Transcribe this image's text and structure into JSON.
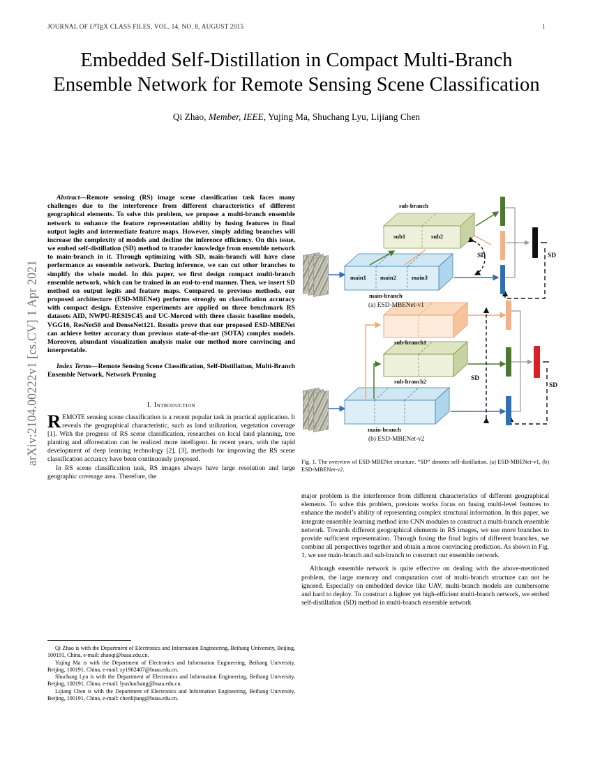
{
  "header": {
    "journal_prefix": "JOURNAL OF ",
    "journal_latex_l": "L",
    "journal_latex_a": "A",
    "journal_latex_t": "T",
    "journal_latex_e": "E",
    "journal_latex_x": "X",
    "journal_suffix": " CLASS FILES, VOL. 14, NO. 8, AUGUST 2015",
    "page_number": "1"
  },
  "arxiv_stamp": "arXiv:2104.00222v1  [cs.CV]  1 Apr 2021",
  "title": "Embedded Self-Distillation in Compact Multi-Branch Ensemble Network for Remote Sensing Scene Classification",
  "authors": {
    "before": "Qi Zhao, ",
    "member": "Member, IEEE",
    "after": ", Yujing Ma, Shuchang Lyu, Lijiang Chen"
  },
  "abstract": {
    "lead": "Abstract",
    "dash": "—",
    "text": "Remote sensing (RS) image scene classification task faces many challenges due to the interference from different characteristics of different geographical elements. To solve this problem, we propose a multi-branch ensemble network to enhance the feature representation ability by fusing features in final output logits and intermediate feature maps. However, simply adding branches will increase the complexity of models and decline the inference efficiency. On this issue, we embed self-distillation (SD) method to transfer knowledge from ensemble network to main-branch in it. Through optimizing with SD, main-branch will have close performance as ensemble network. During inference, we can cut other branches to simplify the whole model. In this paper, we first design compact multi-branch ensemble network, which can be trained in an end-to-end manner. Then, we insert SD method on output logits and feature maps. Compared to previous methods, our proposed architecture (ESD-MBENet) performs strongly on classification accuracy with compact design. Extensive experiments are applied on three benchmark RS datasets AID, NWPU-RESISC45 and UC-Merced with three classic baseline models, VGG16, ResNet50 and DenseNet121. Results prove that our proposed ESD-MBENet can achieve better accuracy than previous state-of-the-art (SOTA) complex models. Moreover, abundant visualization analysis make our method more convincing and interpretable."
  },
  "index_terms": {
    "lead": "Index Terms",
    "dash": "—",
    "text": "Remote Sensing Scene Classification, Self-Distillation, Multi-Branch Ensemble Network, Network Pruning"
  },
  "section": {
    "introduction_heading": "I. Introduction"
  },
  "intro": {
    "dropcap": "R",
    "para1_rest": "EMOTE sensing scene classification is a recent popular task in practical application. It reveals the geographical characteristic, such as land utilization, vegetation coverage [1]. With the progress of RS scene classification, researches on local land planning, tree planting and afforestation can be realized more intelligent. In recent years, with the rapid development of deep learning technology [2], [3], methods for improving the RS scene classification accuracy have been continuously proposed.",
    "para2": "In RS scene classification task, RS images always have large resolution and large geographic coverage area. Therefore, the",
    "para3": "major problem is the interference from different characteristics of different geographical elements. To solve this problem, previous works focus on fusing multi-level features to enhance the model’s ability of representing complex structural information. In this paper, we integrate ensemble learning method into CNN modules to construct a multi-branch ensemble network. Towards different geographical elements in RS images, we use more branches to provide sufficient representation. Through fusing the final logits of different branches, we combine all perspectives together and obtain a more convincing prediction. As shown in Fig. 1, we use main-branch and sub-branch to construct our ensemble network.",
    "para4": "Although ensemble network is quite effective on dealing with the above-mentioned problem, the large memory and computation cost of multi-branch structure can not be ignored. Especially on embedded device like UAV, multi-branch models are cumbersome and hard to deploy. To construct a lighter yet high-efficient multi-branch network, we embed self-distillation (SD) method in multi-branch ensemble network"
  },
  "affiliations": [
    "Qi Zhao is with the Department of Electronics and Information Engineering, Beihang University, Beijing, 100191, China, e-mail: zhaoqi@buaa.edu.cn.",
    "Yujing Ma is with the Department of Electronics and Information Engineering, Beihang University, Beijing, 100191, China, e-mail: zy1902407@buaa.edu.cn.",
    "Shuchang Lyu is with the Department of Electronics and Information Engineering, Beihang University, Beijing, 100191, China, e-mail: lyushuchang@buaa.edu.cn.",
    "Lijiang Chen is with the Department of Electronics and Information Engineering, Beihang University, Beijing, 100191, China, e-mail: chenlijiang@buaa.edu.cn."
  ],
  "figure": {
    "caption_label": "Fig. 1.",
    "caption_text": "The overview of ESD-MBENet structure. “SD” denotes self-distillation. (a) ESD-MBENet-v1, (b) ESD-MBENet-v2.",
    "v1": {
      "subcaption": "(a) ESD-MBENet-v1",
      "sub_branch_label": "sub-branch",
      "main_branch_label": "main-branch",
      "sub_block_1": "sub1",
      "sub_block_2": "sub2",
      "main_block_1": "main1",
      "main_block_2": "main2",
      "main_block_3": "main3",
      "sd_inner": "SD",
      "sd_outer": "SD"
    },
    "v2": {
      "subcaption": "(b) ESD-MBENet-v2",
      "sub_branch1_label": "sub-branch1",
      "sub_branch2_label": "sub-branch2",
      "main_branch_label": "main-branch",
      "sd_inner": "SD",
      "sd_outer": "SD"
    },
    "colors": {
      "green_bar": "#4a7a2c",
      "orange_bar": "#f5b183",
      "blue_bar": "#2e70b8",
      "black_bar": "#111111",
      "red_bar": "#d92027",
      "olive_box_face": "#eef0dc",
      "olive_box_side": "#c8d2a2",
      "blue_box_face": "#ddeef7",
      "blue_box_side": "#a8d4e8",
      "orange_box_face": "#fdeadb",
      "orange_box_side": "#f6c39a",
      "arrow_blue": "#2e6fb7",
      "arrow_green": "#4a7a2c",
      "arrow_orange": "#f0a97a",
      "arrow_gray": "#9a9a9a"
    }
  }
}
